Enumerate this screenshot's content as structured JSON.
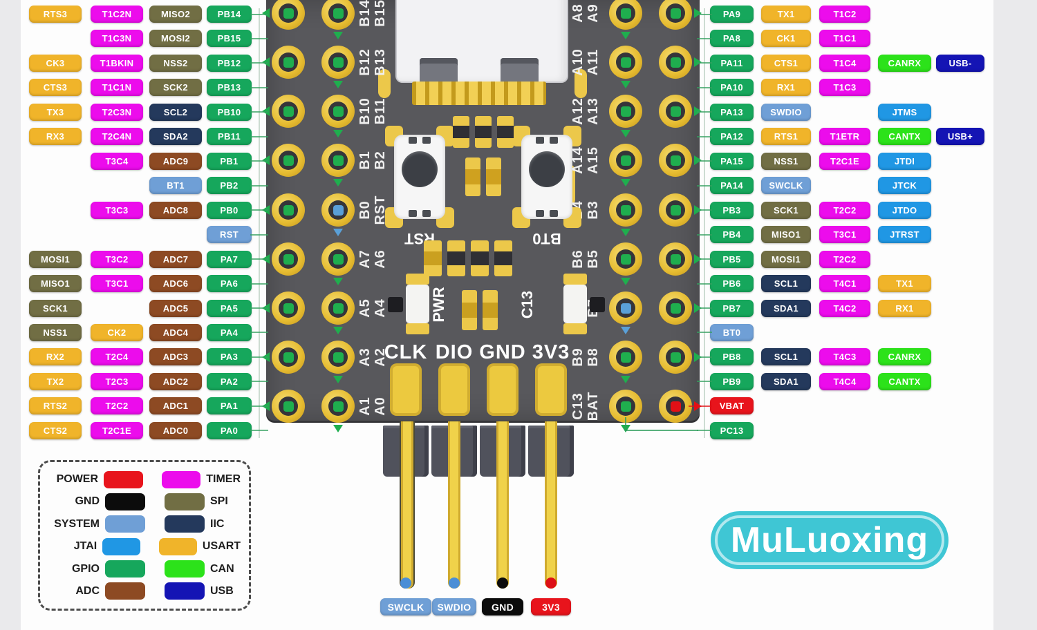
{
  "brand": {
    "name": "MuLuoxing",
    "bg": "#3fc6d4"
  },
  "colors": {
    "POWER": "#e8141c",
    "GND": "#0c0c0c",
    "SYSTEM": "#6f9fd6",
    "JTAG": "#2097e4",
    "GPIO": "#16a75c",
    "ADC": "#8d4a23",
    "TIMER": "#ec0cec",
    "SPI": "#716e44",
    "IIC": "#24395c",
    "USART": "#f0b42a",
    "CAN": "#2ce21a",
    "USB": "#1414b4"
  },
  "legend": {
    "rows": [
      {
        "left_label": "POWER",
        "left_color": "POWER",
        "right_label": "TIMER",
        "right_color": "TIMER"
      },
      {
        "left_label": "GND",
        "left_color": "GND",
        "right_label": "SPI",
        "right_color": "SPI"
      },
      {
        "left_label": "SYSTEM",
        "left_color": "SYSTEM",
        "right_label": "IIC",
        "right_color": "IIC"
      },
      {
        "left_label": "JTAI",
        "left_color": "JTAG",
        "right_label": "USART",
        "right_color": "USART"
      },
      {
        "left_label": "GPIO",
        "left_color": "GPIO",
        "right_label": "CAN",
        "right_color": "CAN"
      },
      {
        "left_label": "ADC",
        "left_color": "ADC",
        "right_label": "USB",
        "right_color": "USB"
      }
    ]
  },
  "left_labels": {
    "rows": [
      [
        {
          "t": "RTS3",
          "c": "USART"
        },
        {
          "t": "T1C2N",
          "c": "TIMER"
        },
        {
          "t": "MISO2",
          "c": "SPI"
        },
        {
          "t": "PB14",
          "c": "GPIO"
        }
      ],
      [
        null,
        {
          "t": "T1C3N",
          "c": "TIMER"
        },
        {
          "t": "MOSI2",
          "c": "SPI"
        },
        {
          "t": "PB15",
          "c": "GPIO"
        }
      ],
      [
        {
          "t": "CK3",
          "c": "USART"
        },
        {
          "t": "T1BKIN",
          "c": "TIMER"
        },
        {
          "t": "NSS2",
          "c": "SPI"
        },
        {
          "t": "PB12",
          "c": "GPIO"
        }
      ],
      [
        {
          "t": "CTS3",
          "c": "USART"
        },
        {
          "t": "T1C1N",
          "c": "TIMER"
        },
        {
          "t": "SCK2",
          "c": "SPI"
        },
        {
          "t": "PB13",
          "c": "GPIO"
        }
      ],
      [
        {
          "t": "TX3",
          "c": "USART"
        },
        {
          "t": "T2C3N",
          "c": "TIMER"
        },
        {
          "t": "SCL2",
          "c": "IIC"
        },
        {
          "t": "PB10",
          "c": "GPIO"
        }
      ],
      [
        {
          "t": "RX3",
          "c": "USART"
        },
        {
          "t": "T2C4N",
          "c": "TIMER"
        },
        {
          "t": "SDA2",
          "c": "IIC"
        },
        {
          "t": "PB11",
          "c": "GPIO"
        }
      ],
      [
        null,
        {
          "t": "T3C4",
          "c": "TIMER"
        },
        {
          "t": "ADC9",
          "c": "ADC"
        },
        {
          "t": "PB1",
          "c": "GPIO"
        }
      ],
      [
        null,
        null,
        {
          "t": "BT1",
          "c": "SYSTEM"
        },
        {
          "t": "PB2",
          "c": "GPIO"
        }
      ],
      [
        null,
        {
          "t": "T3C3",
          "c": "TIMER"
        },
        {
          "t": "ADC8",
          "c": "ADC"
        },
        {
          "t": "PB0",
          "c": "GPIO"
        }
      ],
      [
        null,
        null,
        null,
        {
          "t": "RST",
          "c": "SYSTEM"
        }
      ],
      [
        {
          "t": "MOSI1",
          "c": "SPI"
        },
        {
          "t": "T3C2",
          "c": "TIMER"
        },
        {
          "t": "ADC7",
          "c": "ADC"
        },
        {
          "t": "PA7",
          "c": "GPIO"
        }
      ],
      [
        {
          "t": "MISO1",
          "c": "SPI"
        },
        {
          "t": "T3C1",
          "c": "TIMER"
        },
        {
          "t": "ADC6",
          "c": "ADC"
        },
        {
          "t": "PA6",
          "c": "GPIO"
        }
      ],
      [
        {
          "t": "SCK1",
          "c": "SPI"
        },
        null,
        {
          "t": "ADC5",
          "c": "ADC"
        },
        {
          "t": "PA5",
          "c": "GPIO"
        }
      ],
      [
        {
          "t": "NSS1",
          "c": "SPI"
        },
        {
          "t": "CK2",
          "c": "USART"
        },
        {
          "t": "ADC4",
          "c": "ADC"
        },
        {
          "t": "PA4",
          "c": "GPIO"
        }
      ],
      [
        {
          "t": "RX2",
          "c": "USART"
        },
        {
          "t": "T2C4",
          "c": "TIMER"
        },
        {
          "t": "ADC3",
          "c": "ADC"
        },
        {
          "t": "PA3",
          "c": "GPIO"
        }
      ],
      [
        {
          "t": "TX2",
          "c": "USART"
        },
        {
          "t": "T2C3",
          "c": "TIMER"
        },
        {
          "t": "ADC2",
          "c": "ADC"
        },
        {
          "t": "PA2",
          "c": "GPIO"
        }
      ],
      [
        {
          "t": "RTS2",
          "c": "USART"
        },
        {
          "t": "T2C2",
          "c": "TIMER"
        },
        {
          "t": "ADC1",
          "c": "ADC"
        },
        {
          "t": "PA1",
          "c": "GPIO"
        }
      ],
      [
        {
          "t": "CTS2",
          "c": "USART"
        },
        {
          "t": "T2C1E",
          "c": "TIMER"
        },
        {
          "t": "ADC0",
          "c": "ADC"
        },
        {
          "t": "PA0",
          "c": "GPIO"
        }
      ]
    ]
  },
  "right_labels": {
    "rows": [
      [
        {
          "t": "PA9",
          "c": "GPIO"
        },
        {
          "t": "TX1",
          "c": "USART"
        },
        {
          "t": "T1C2",
          "c": "TIMER"
        },
        null,
        null
      ],
      [
        {
          "t": "PA8",
          "c": "GPIO"
        },
        {
          "t": "CK1",
          "c": "USART"
        },
        {
          "t": "T1C1",
          "c": "TIMER"
        },
        null,
        null
      ],
      [
        {
          "t": "PA11",
          "c": "GPIO"
        },
        {
          "t": "CTS1",
          "c": "USART"
        },
        {
          "t": "T1C4",
          "c": "TIMER"
        },
        {
          "t": "CANRX",
          "c": "CAN"
        },
        {
          "t": "USB-",
          "c": "USB"
        }
      ],
      [
        {
          "t": "PA10",
          "c": "GPIO"
        },
        {
          "t": "RX1",
          "c": "USART"
        },
        {
          "t": "T1C3",
          "c": "TIMER"
        },
        null,
        null
      ],
      [
        {
          "t": "PA13",
          "c": "GPIO"
        },
        {
          "t": "SWDIO",
          "c": "SYSTEM"
        },
        null,
        {
          "t": "JTMS",
          "c": "JTAG"
        },
        null
      ],
      [
        {
          "t": "PA12",
          "c": "GPIO"
        },
        {
          "t": "RTS1",
          "c": "USART"
        },
        {
          "t": "T1ETR",
          "c": "TIMER"
        },
        {
          "t": "CANTX",
          "c": "CAN"
        },
        {
          "t": "USB+",
          "c": "USB"
        }
      ],
      [
        {
          "t": "PA15",
          "c": "GPIO"
        },
        {
          "t": "NSS1",
          "c": "SPI"
        },
        {
          "t": "T2C1E",
          "c": "TIMER"
        },
        {
          "t": "JTDI",
          "c": "JTAG"
        },
        null
      ],
      [
        {
          "t": "PA14",
          "c": "GPIO"
        },
        {
          "t": "SWCLK",
          "c": "SYSTEM"
        },
        null,
        {
          "t": "JTCK",
          "c": "JTAG"
        },
        null
      ],
      [
        {
          "t": "PB3",
          "c": "GPIO"
        },
        {
          "t": "SCK1",
          "c": "SPI"
        },
        {
          "t": "T2C2",
          "c": "TIMER"
        },
        {
          "t": "JTDO",
          "c": "JTAG"
        },
        null
      ],
      [
        {
          "t": "PB4",
          "c": "GPIO"
        },
        {
          "t": "MISO1",
          "c": "SPI"
        },
        {
          "t": "T3C1",
          "c": "TIMER"
        },
        {
          "t": "JTRST",
          "c": "JTAG"
        },
        null
      ],
      [
        {
          "t": "PB5",
          "c": "GPIO"
        },
        {
          "t": "MOSI1",
          "c": "SPI"
        },
        {
          "t": "T2C2",
          "c": "TIMER"
        },
        null,
        null
      ],
      [
        {
          "t": "PB6",
          "c": "GPIO"
        },
        {
          "t": "SCL1",
          "c": "IIC"
        },
        {
          "t": "T4C1",
          "c": "TIMER"
        },
        {
          "t": "TX1",
          "c": "USART"
        },
        null
      ],
      [
        {
          "t": "PB7",
          "c": "GPIO"
        },
        {
          "t": "SDA1",
          "c": "IIC"
        },
        {
          "t": "T4C2",
          "c": "TIMER"
        },
        {
          "t": "RX1",
          "c": "USART"
        },
        null
      ],
      [
        {
          "t": "BT0",
          "c": "SYSTEM"
        },
        null,
        null,
        null,
        null
      ],
      [
        {
          "t": "PB8",
          "c": "GPIO"
        },
        {
          "t": "SCL1",
          "c": "IIC"
        },
        {
          "t": "T4C3",
          "c": "TIMER"
        },
        {
          "t": "CANRX",
          "c": "CAN"
        },
        null
      ],
      [
        {
          "t": "PB9",
          "c": "GPIO"
        },
        {
          "t": "SDA1",
          "c": "IIC"
        },
        {
          "t": "T4C4",
          "c": "TIMER"
        },
        {
          "t": "CANTX",
          "c": "CAN"
        },
        null
      ],
      [
        {
          "t": "VBAT",
          "c": "POWER"
        },
        null,
        null,
        null,
        null
      ],
      [
        {
          "t": "PC13",
          "c": "GPIO"
        },
        null,
        null,
        null,
        null
      ]
    ]
  },
  "board": {
    "left_pin_labels": [
      "B14 B15",
      "B12 B13",
      "B10 B11",
      "B1 B2",
      "B0 RST",
      "A7 A6",
      "A5 A4",
      "A3 A2",
      "A1 A0"
    ],
    "right_pin_labels": [
      "A8 A9",
      "A10 A11",
      "A12 A13",
      "A14 A15",
      "B4 B3",
      "B6 B5",
      "BT0 B7",
      "B9 B8",
      "C13 BAT"
    ],
    "rst_button_label": "RST",
    "bt0_button_label": "BT0",
    "pwr_led_label": "PWR",
    "c13_led_label": "C13",
    "bottom_header_labels": [
      "CLK",
      "DIO",
      "GND",
      "3V3"
    ]
  },
  "bottom_pins": [
    {
      "label": "SWCLK",
      "c": "SYSTEM",
      "dot": "#4a8ed6"
    },
    {
      "label": "SWDIO",
      "c": "SYSTEM",
      "dot": "#4a8ed6"
    },
    {
      "label": "GND",
      "c": "GND",
      "dot": "#0c0c0c"
    },
    {
      "label": "3V3",
      "c": "POWER",
      "dot": "#dd1016"
    }
  ]
}
